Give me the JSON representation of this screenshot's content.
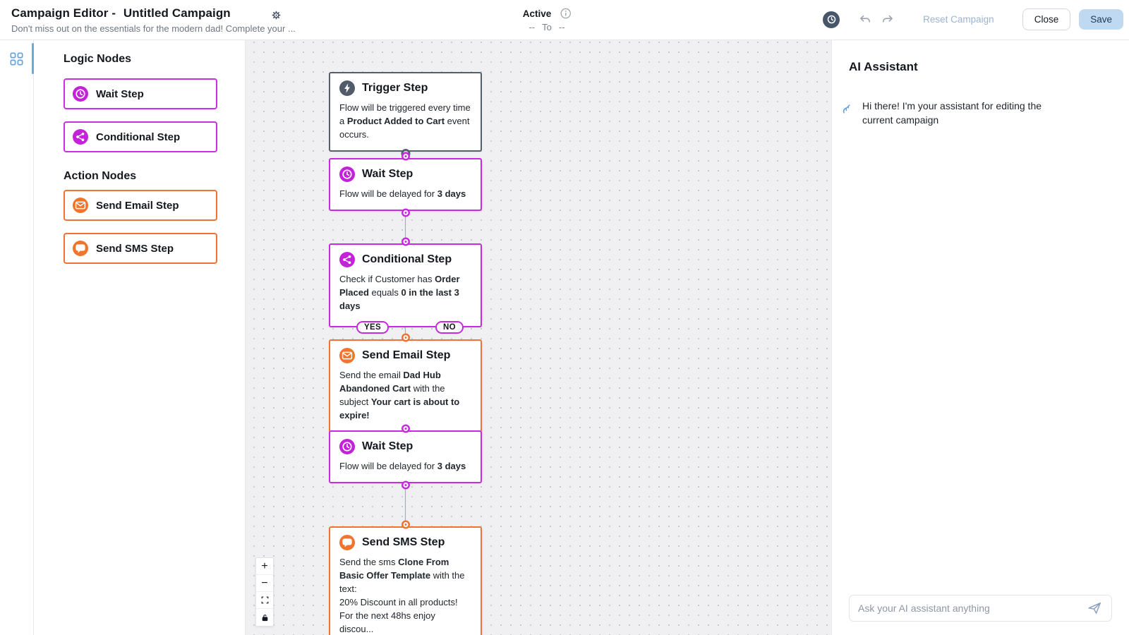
{
  "colors": {
    "magenta": "#c62be0",
    "orange": "#ee7434",
    "slate": "#55606e",
    "accent_blue": "#6ea6e9",
    "save_button_bg": "#bed9f1",
    "canvas_bg": "#f0f0f3"
  },
  "header": {
    "title_prefix": "Campaign Editor -",
    "campaign_name": "Untitled Campaign",
    "subtitle": "Don't miss out on the essentials for the modern dad! Complete your ...",
    "status": {
      "label": "Active",
      "from": "--",
      "to_word": "To",
      "to": "--"
    },
    "actions": {
      "reset": "Reset Campaign",
      "close": "Close",
      "save": "Save"
    }
  },
  "sidebar": {
    "logic_heading": "Logic Nodes",
    "action_heading": "Action Nodes",
    "items": [
      {
        "label": "Wait Step",
        "icon": "clock-icon",
        "color": "magenta"
      },
      {
        "label": "Conditional Step",
        "icon": "share-icon",
        "color": "magenta"
      },
      {
        "label": "Send Email Step",
        "icon": "email-icon",
        "color": "orange"
      },
      {
        "label": "Send SMS Step",
        "icon": "sms-icon",
        "color": "orange"
      }
    ]
  },
  "flow": {
    "nodes": [
      {
        "id": "trigger",
        "title": "Trigger Step",
        "icon": "lightning-icon",
        "desc": [
          {
            "t": "Flow will be triggered every time a "
          },
          {
            "t": "Product Added to Cart",
            "b": true
          },
          {
            "t": " event occurs."
          }
        ]
      },
      {
        "id": "wait-1",
        "title": "Wait Step",
        "icon": "clock-icon",
        "desc": [
          {
            "t": "Flow will be delayed for "
          },
          {
            "t": "3 days",
            "b": true
          }
        ]
      },
      {
        "id": "conditional",
        "title": "Conditional Step",
        "icon": "share-icon",
        "desc": [
          {
            "t": "Check if Customer has "
          },
          {
            "t": "Order Placed",
            "b": true
          },
          {
            "t": " equals "
          },
          {
            "t": "0 in the last 3 days",
            "b": true
          }
        ],
        "yes_label": "YES",
        "no_label": "NO"
      },
      {
        "id": "send-email",
        "title": "Send Email Step",
        "icon": "email-icon",
        "desc": [
          {
            "t": "Send the email "
          },
          {
            "t": "Dad Hub Abandoned Cart",
            "b": true
          },
          {
            "t": " with the subject "
          },
          {
            "t": "Your cart is about to expire!",
            "b": true
          }
        ]
      },
      {
        "id": "wait-2",
        "title": "Wait Step",
        "icon": "clock-icon",
        "desc": [
          {
            "t": "Flow will be delayed for "
          },
          {
            "t": "3 days",
            "b": true
          }
        ]
      },
      {
        "id": "send-sms",
        "title": "Send SMS Step",
        "icon": "sms-icon",
        "desc": [
          {
            "t": "Send the sms "
          },
          {
            "t": "Clone From Basic Offer Template",
            "b": true
          },
          {
            "t": " with the text:\n20% Discount in all products! For the next 48hs enjoy discou..."
          }
        ]
      }
    ],
    "controls": {
      "zoom_in": "+",
      "zoom_out": "−"
    }
  },
  "assistant": {
    "title": "AI Assistant",
    "greeting": "Hi there! I'm your assistant for editing the current campaign",
    "input_placeholder": "Ask your AI assistant anything"
  }
}
